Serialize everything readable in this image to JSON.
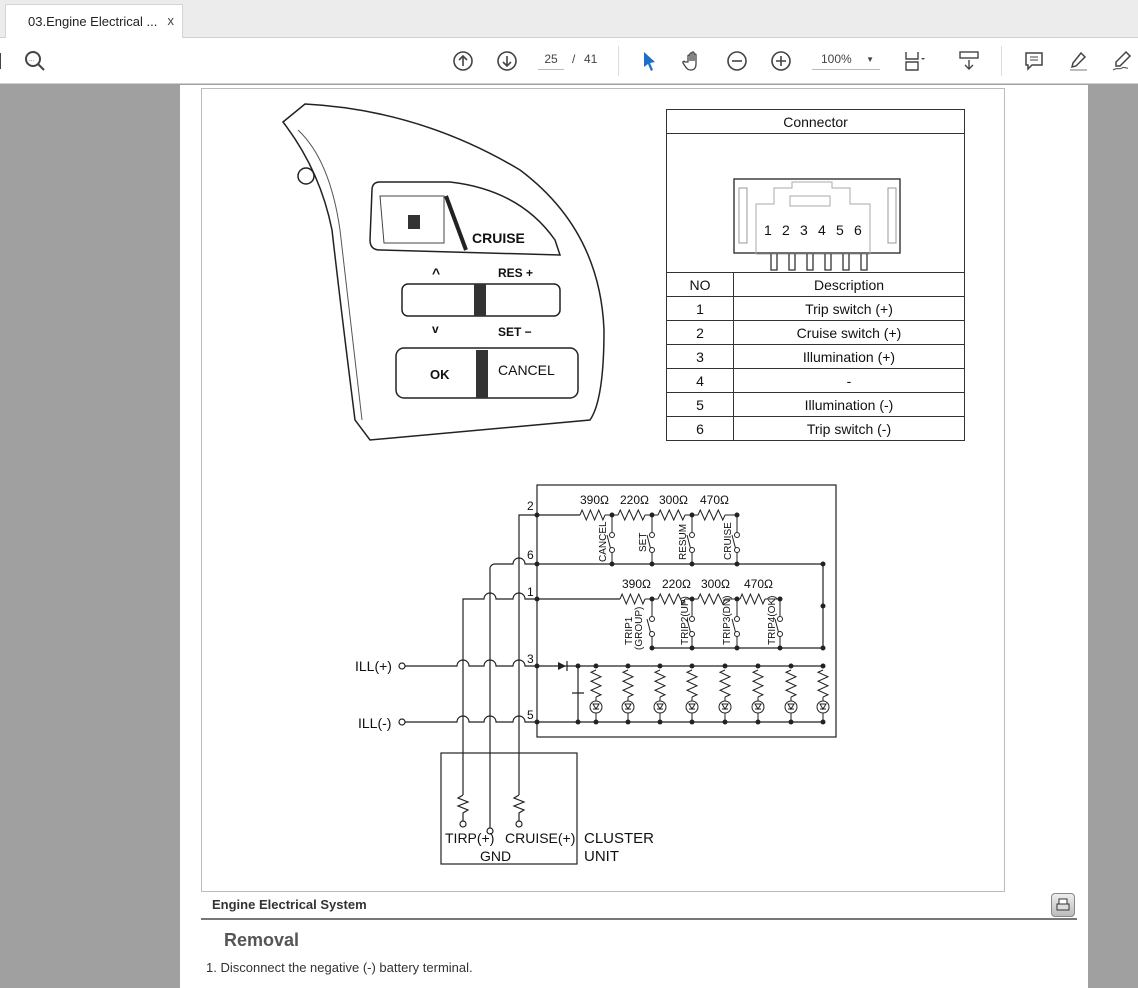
{
  "tab": {
    "title": "03.Engine Electrical ...",
    "close": "x"
  },
  "toolbar": {
    "page_current": "25",
    "page_sep": "/",
    "page_total": "41",
    "zoom": "100%"
  },
  "switch_drawing": {
    "cruise": "CRUISE",
    "res": "RES +",
    "set": "SET −",
    "ok": "OK",
    "cancel": "CANCEL",
    "up": "^",
    "down": "v"
  },
  "connector": {
    "title": "Connector",
    "pins": [
      "1",
      "2",
      "3",
      "4",
      "5",
      "6"
    ],
    "headers": {
      "no": "NO",
      "description": "Description"
    },
    "rows": [
      {
        "no": "1",
        "description": "Trip switch (+)"
      },
      {
        "no": "2",
        "description": "Cruise switch (+)"
      },
      {
        "no": "3",
        "description": "Illumination (+)"
      },
      {
        "no": "4",
        "description": "-"
      },
      {
        "no": "5",
        "description": "Illumination (-)"
      },
      {
        "no": "6",
        "description": "Trip switch (-)"
      }
    ]
  },
  "circuit": {
    "pins": {
      "p2": "2",
      "p6": "6",
      "p1": "1",
      "p3": "3",
      "p5": "5"
    },
    "cruise_resistors": [
      "390Ω",
      "220Ω",
      "300Ω",
      "470Ω"
    ],
    "cruise_switches": [
      "CANCEL",
      "SET",
      "RESUM",
      "CRUISE"
    ],
    "trip_resistors": [
      "390Ω",
      "220Ω",
      "300Ω",
      "470Ω"
    ],
    "trip_switches": [
      "TRIP1",
      "(GROUP)",
      "TRIP2(UP)",
      "TRIP3(DN)",
      "TRIP4(OK)"
    ],
    "ill_plus": "ILL(+)",
    "ill_minus": "ILL(-)",
    "cluster": {
      "trip": "TIRP(+)",
      "gnd": "GND",
      "cruise": "CRUISE(+)",
      "label1": "CLUSTER",
      "label2": "UNIT"
    }
  },
  "footer": {
    "section": "Engine Electrical System"
  },
  "content": {
    "heading": "Removal",
    "step1": "1. Disconnect the negative (-) battery terminal."
  }
}
